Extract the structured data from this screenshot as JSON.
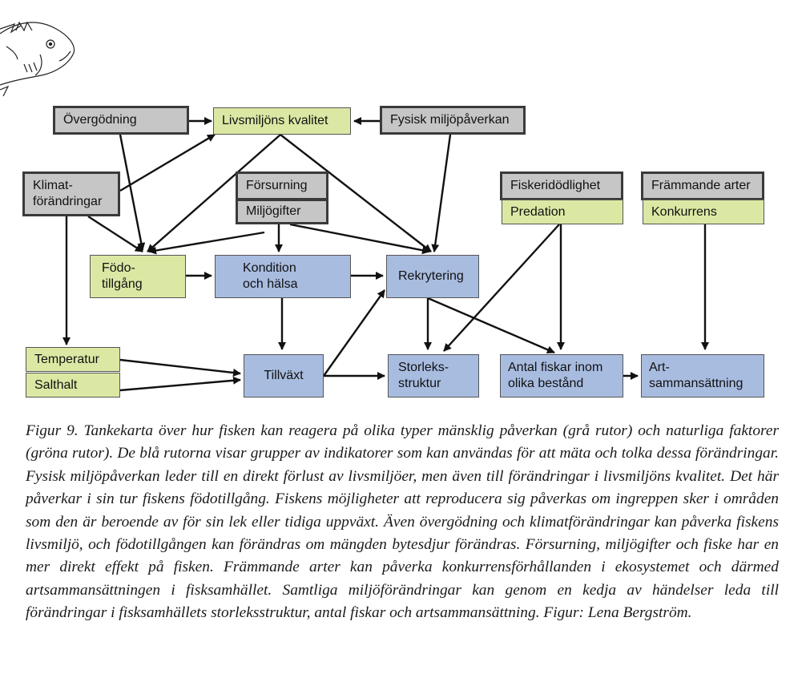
{
  "nodes": {
    "overgodning": "Övergödning",
    "livsmiljo": "Livsmiljöns kvalitet",
    "fysisk": "Fysisk miljöpåverkan",
    "klimat_1": "Klimat-",
    "klimat_2": "förändringar",
    "forsurning": "Försurning",
    "miljogifter": "Miljögifter",
    "fiskeridodlighet": "Fiskeridödlighet",
    "predation": "Predation",
    "frammande": "Främmande arter",
    "konkurrens": "Konkurrens",
    "fodo_1": "Födo-",
    "fodo_2": "tillgång",
    "kondition_1": "Kondition",
    "kondition_2": "och hälsa",
    "rekrytering": "Rekrytering",
    "temperatur": "Temperatur",
    "salthalt": "Salthalt",
    "tillvaxt": "Tillväxt",
    "storleks_1": "Storleks-",
    "storleks_2": "struktur",
    "antal_1": "Antal fiskar inom",
    "antal_2": "olika bestånd",
    "art_1": "Art-",
    "art_2": "sammansättning"
  },
  "legend_colors": {
    "human_pressure": "#c6c6c6",
    "natural_factor": "#dbe8a4",
    "indicator": "#a8bce0"
  },
  "caption": "Figur 9. Tankekarta över hur fisken kan reagera på olika typer mänsklig påverkan (grå rutor) och naturliga faktorer (gröna rutor). De blå rutorna visar grupper av indikatorer som kan användas för att mäta och tolka dessa förändringar. Fysisk miljöpåverkan leder till en direkt förlust av livsmiljöer, men även till förändringar i livsmiljöns kvalitet. Det här påverkar i sin tur fiskens födotillgång. Fiskens möjligheter att reproducera sig påverkas om ingreppen sker i områden som den är beroende av för sin lek eller tidiga uppväxt. Även övergödning och klimatförändringar kan påverka fiskens livsmiljö, och födotillgången kan förändras om mängden bytesdjur förändras. Försurning, miljögifter och fiske har en mer direkt effekt på fisken. Främmande arter kan påverka konkurrensförhållanden i ekosystemet och därmed artsammansättningen i fisksamhället. Samtliga miljöförändringar kan genom en kedja av händelser leda till förändringar i fisksamhällets storleksstruktur, antal fiskar och artsammansättning. Figur: Lena Bergström."
}
